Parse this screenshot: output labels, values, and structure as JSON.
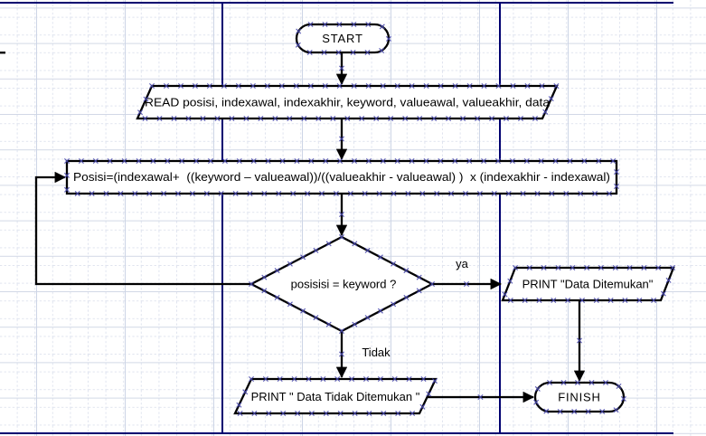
{
  "diagram": {
    "type": "flowchart",
    "nodes": {
      "start": {
        "type": "terminator",
        "label": "START"
      },
      "read": {
        "type": "data",
        "label": "READ posisi, indexawal, indexakhir, keyword, valueawal, valueakhir, data"
      },
      "process": {
        "type": "process",
        "label": "Posisi=(indexawal+  ((keyword – valueawal))/((valueakhir - valueawal) )  x (indexakhir - indexawal)"
      },
      "decision": {
        "type": "decision",
        "label": "posisisi = keyword ?"
      },
      "print_found": {
        "type": "data",
        "label": "PRINT \"Data Ditemukan\""
      },
      "print_not_found": {
        "type": "data",
        "label": "PRINT \" Data Tidak Ditemukan \""
      },
      "finish": {
        "type": "terminator",
        "label": "FINISH"
      }
    },
    "edge_labels": {
      "yes": "ya",
      "no": "Tidak"
    },
    "colors": {
      "shape_stroke": "#000000",
      "shape_fill": "#ffffff",
      "handle": "#4747ab",
      "page_border": "#000070",
      "grid_minor": "#e0e4ef",
      "grid_major": "#cdd5e6",
      "background": "#ffffff"
    }
  }
}
